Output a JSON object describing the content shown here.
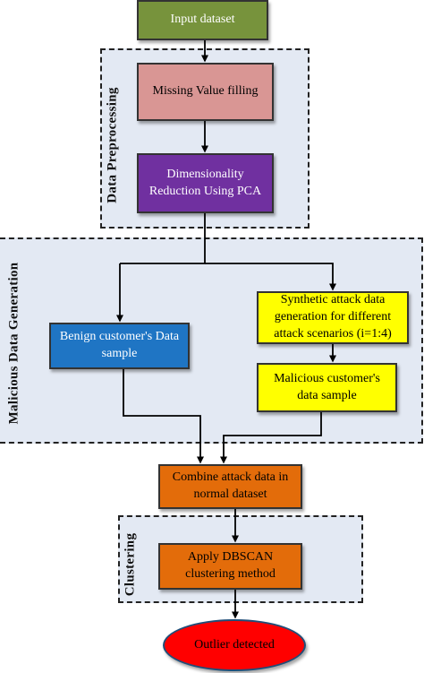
{
  "groups": {
    "preprocessing": "Data Preprocessing",
    "generation": "Malicious Data Generation",
    "clustering": "Clustering"
  },
  "nodes": {
    "input": {
      "label": "Input dataset",
      "fill": "#77933c",
      "text": "#ffffff"
    },
    "missing": {
      "label": "Missing Value filling",
      "fill": "#d99694",
      "text": "#000000"
    },
    "pca": {
      "label": "Dimensionality Reduction Using PCA",
      "fill": "#7030a0",
      "text": "#ffffff"
    },
    "benign": {
      "label": "Benign customer's Data sample",
      "fill": "#1f75c4",
      "text": "#ffffff"
    },
    "synthetic": {
      "label": "Synthetic attack data generation for different attack scenarios (i=1:4)",
      "fill": "#ffff00",
      "text": "#000000"
    },
    "malicious": {
      "label": "Malicious customer's data sample",
      "fill": "#ffff00",
      "text": "#000000"
    },
    "combine": {
      "label": "Combine attack data in normal dataset",
      "fill": "#e36c0a",
      "text": "#000000"
    },
    "dbscan": {
      "label": "Apply DBSCAN clustering method",
      "fill": "#e36c0a",
      "text": "#000000"
    },
    "outlier": {
      "label": "Outlier detected",
      "fill": "#ff0000",
      "text": "#000000"
    }
  }
}
